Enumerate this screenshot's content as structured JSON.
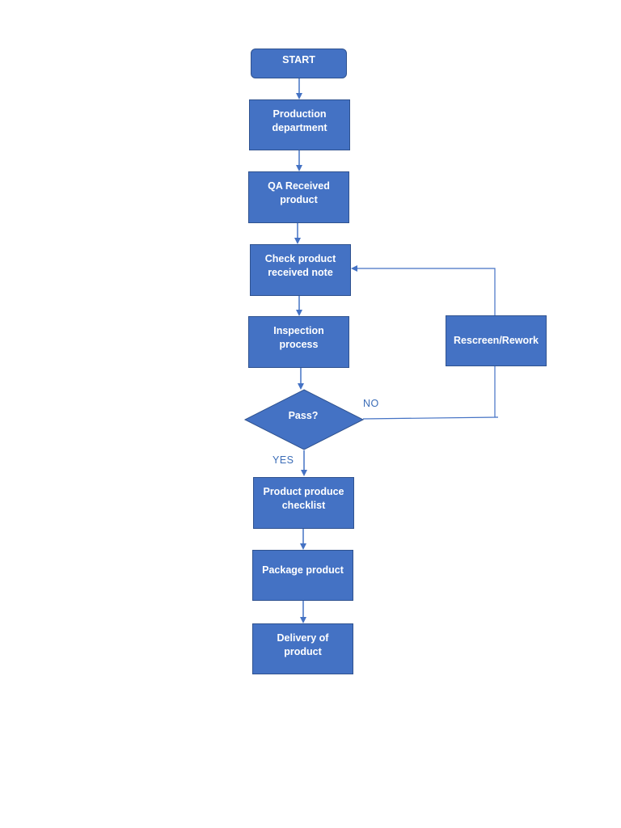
{
  "flowchart": {
    "start": "START",
    "production": "Production\ndepartment",
    "qa_received": "QA Received\nproduct",
    "check_note": "Check product\nreceived note",
    "inspection": "Inspection\nprocess",
    "decision": "Pass?",
    "rescreen": "Rescreen/Rework",
    "checklist": "Product produce\nchecklist",
    "package": "Package product",
    "delivery": "Delivery of\nproduct",
    "label_no": "NO",
    "label_yes": "YES"
  },
  "colors": {
    "fill": "#4472c4",
    "border": "#2f528f",
    "connector": "#4472c4",
    "text": "#ffffff",
    "branch_label": "#3b6cb7"
  }
}
